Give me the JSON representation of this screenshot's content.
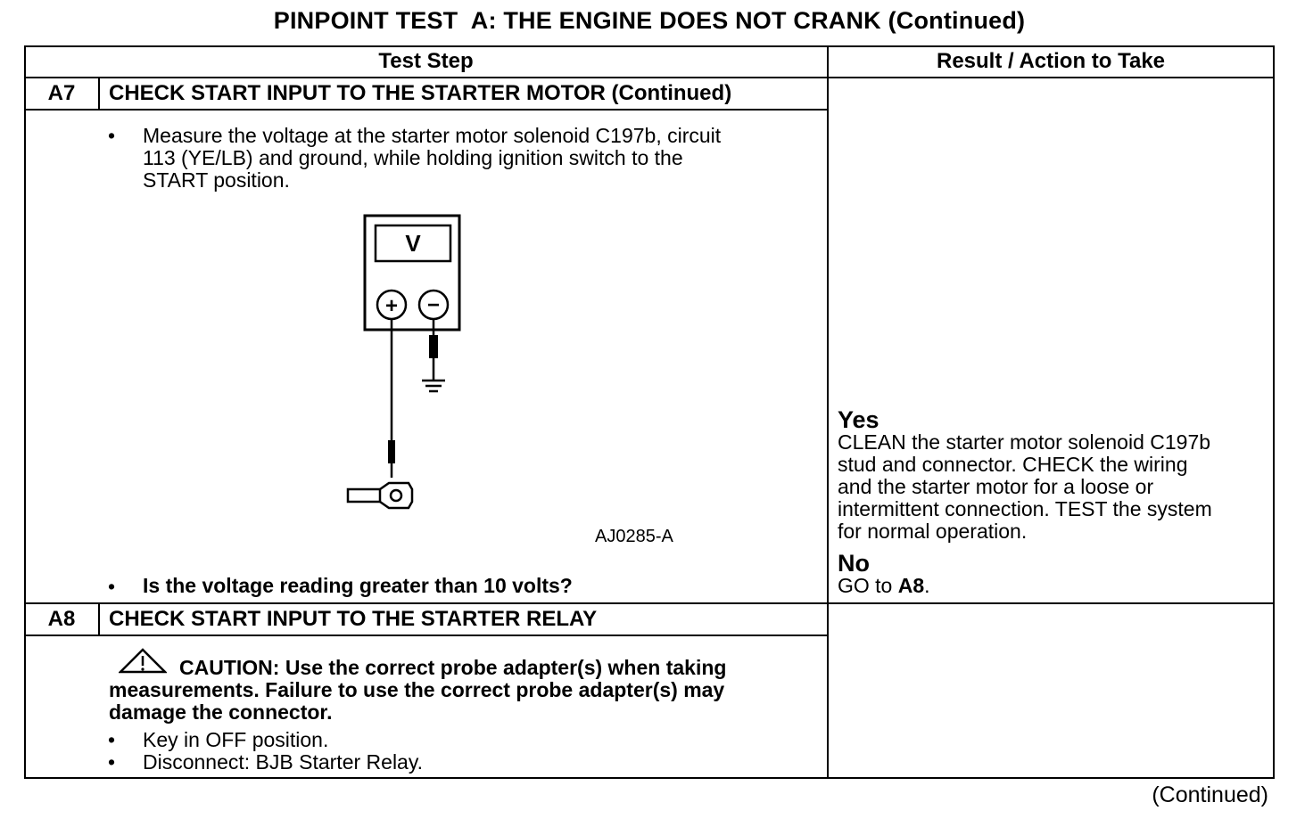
{
  "page": {
    "title": "PINPOINT TEST  A: THE ENGINE DOES NOT CRANK (Continued)",
    "footer": "(Continued)"
  },
  "table": {
    "headers": {
      "test_step": "Test Step",
      "result_action": "Result / Action to Take"
    },
    "a7": {
      "id": "A7",
      "heading": "CHECK START INPUT TO THE STARTER MOTOR (Continued)",
      "step1": "Measure the voltage at the starter motor solenoid C197b, circuit\n113 (YE/LB) and ground, while holding ignition switch to the\nSTART position.",
      "figure": {
        "meter_label": "V",
        "plus": "+",
        "minus": "−",
        "figure_id": "AJ0285-A"
      },
      "question": "Is the voltage reading greater than 10 volts?",
      "yes_label": "Yes",
      "yes_text": "CLEAN the starter motor solenoid C197b\nstud and connector. CHECK the wiring\nand the starter motor for a loose or\nintermittent connection. TEST the system\nfor normal operation.",
      "no_label": "No",
      "no_text_prefix": "GO to ",
      "no_target": "A8",
      "no_text_suffix": "."
    },
    "a8": {
      "id": "A8",
      "heading": "CHECK START INPUT TO THE STARTER RELAY",
      "caution": "CAUTION: Use the correct probe adapter(s) when taking",
      "caution_line2": "measurements. Failure to use the correct probe adapter(s) may",
      "caution_line3": "damage the connector.",
      "step1": "Key in OFF position.",
      "step2": "Disconnect: BJB Starter Relay."
    }
  },
  "icons": {
    "bullet": "•",
    "caution_icon": "warning-triangle-icon"
  }
}
